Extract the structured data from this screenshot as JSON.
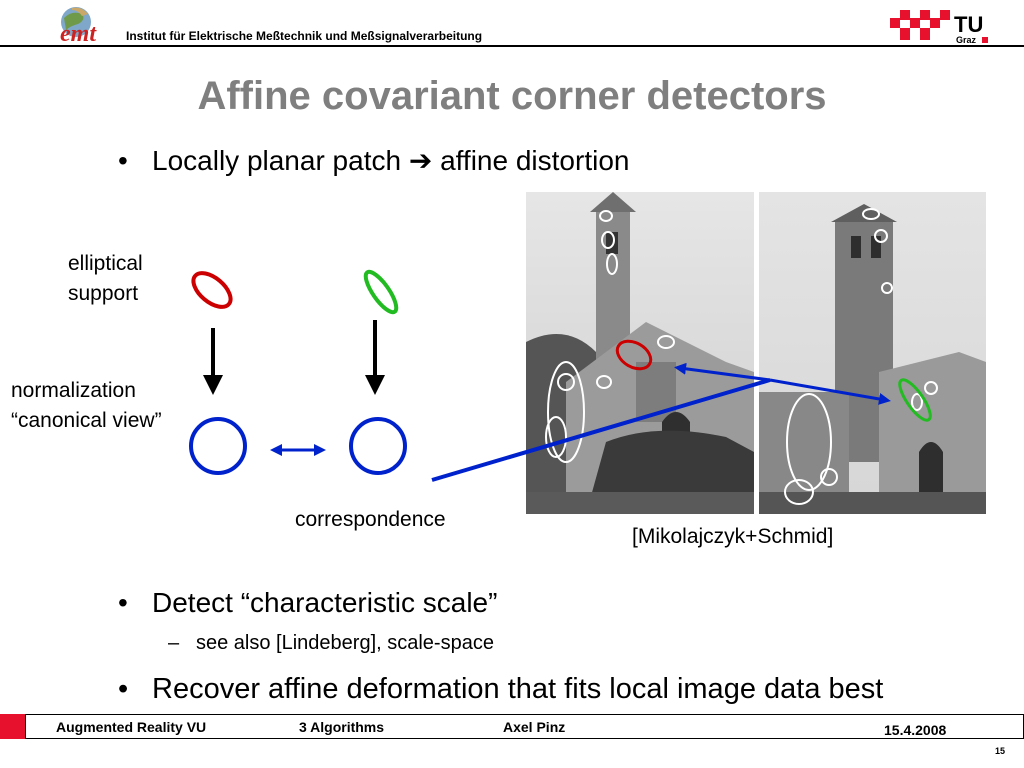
{
  "header": {
    "logo_text": "emt",
    "institute": "Institut für Elektrische Meßtechnik und Meßsignalverarbeitung",
    "tu_logo": {
      "main": "TU",
      "sub": "Graz"
    }
  },
  "title": "Affine covariant corner detectors",
  "bullets": {
    "b1": {
      "mark": "•",
      "text_before": "Locally planar patch ",
      "arrow": "➔",
      "text_after": " affine distortion"
    },
    "b2": {
      "mark": "•",
      "text": "Detect “characteristic scale”"
    },
    "b3": {
      "mark": "–",
      "text": "see also [Lindeberg], scale-space"
    },
    "b4": {
      "mark": "•",
      "text": "Recover affine deformation that fits local image data best"
    }
  },
  "diagram": {
    "label_elliptical": [
      "elliptical",
      "support"
    ],
    "label_normalization": [
      "normalization",
      "“canonical view”"
    ],
    "label_correspondence": "correspondence",
    "citation": "[Mikolajczyk+Schmid]"
  },
  "colors": {
    "title_gray": "#7f7f7f",
    "ellipse_red": "#cc0000",
    "ellipse_green": "#22bb22",
    "circle_blue": "#0022cc",
    "tu_red": "#e8112d"
  },
  "footer": {
    "course": "Augmented Reality VU",
    "chapter": "3 Algorithms",
    "author": "Axel Pinz",
    "date": "15.4.2008",
    "page": "15"
  }
}
